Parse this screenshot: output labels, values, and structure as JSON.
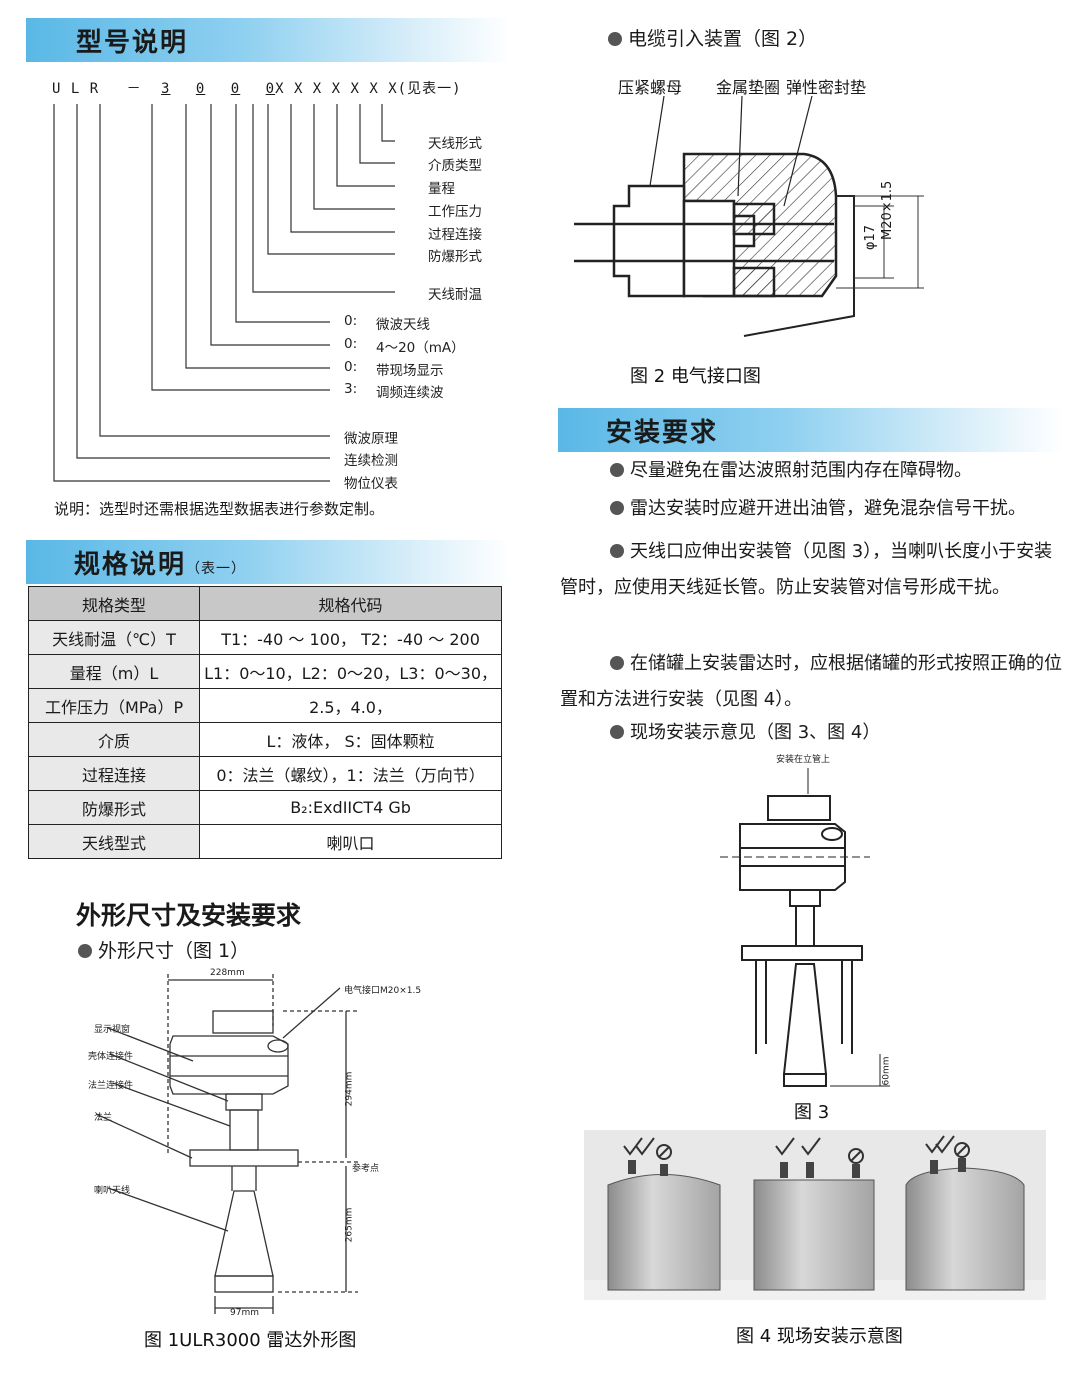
{
  "model_section": {
    "title": "型号说明",
    "code": {
      "prefix": "U L R",
      "dash": "－",
      "digits": [
        "3",
        "0",
        "0",
        "0"
      ],
      "xs": "X X X X X X X",
      "suffix": "(见表一)"
    },
    "fields_upper": [
      "天线形式",
      "介质类型",
      "量程",
      "工作压力",
      "过程连接",
      "防爆形式",
      "天线耐温"
    ],
    "fields_digits": [
      {
        "code": "0:",
        "label": "微波天线"
      },
      {
        "code": "0:",
        "label": "4～20（mA）"
      },
      {
        "code": "0:",
        "label": "带现场显示"
      },
      {
        "code": "3:",
        "label": "调频连续波"
      }
    ],
    "fields_letters": [
      "微波原理",
      "连续检测",
      "物位仪表"
    ],
    "note": "说明：选型时还需根据选型数据表进行参数定制。"
  },
  "spec_section": {
    "title": "规格说明",
    "subtitle": "（表一）",
    "headers": [
      "规格类型",
      "规格代码"
    ],
    "rows": [
      [
        "天线耐温（℃）T",
        "T1：-40 ～ 100，  T2：-40 ～ 200"
      ],
      [
        "量程（m）L",
        "L1：0～10，L2：0～20，L3：0～30，"
      ],
      [
        "工作压力（MPa）P",
        "2.5，4.0，"
      ],
      [
        "介质",
        "L：液体，  S：固体颗粒"
      ],
      [
        "过程连接",
        "0：法兰（螺纹），1：法兰（万向节）"
      ],
      [
        "防爆形式",
        "B₂:ExdIICT4 Gb"
      ],
      [
        "天线型式",
        "喇叭口"
      ]
    ]
  },
  "dimension_section": {
    "title": "外形尺寸及安装要求",
    "subtitle": "外形尺寸（图 1）",
    "labels": {
      "width_top": "228mm",
      "cable": "电气接口M20×1.5",
      "display_window": "显示视窗",
      "shell_connector": "壳体连接件",
      "flange_connector": "法兰连接件",
      "flange": "法兰",
      "horn": "喇叭天线",
      "reference": "参考点",
      "height_upper": "294mm",
      "height_lower": "265mm",
      "width_bottom": "97mm"
    },
    "caption": "图 1ULR3000 雷达外形图"
  },
  "cable_section": {
    "title": "电缆引入装置（图 2）",
    "labels": [
      "压紧螺母",
      "金属垫圈",
      "弹性密封垫"
    ],
    "dim_phi": "φ17",
    "dim_thread": "M20×1.5",
    "caption": "图 2  电气接口图"
  },
  "install_section": {
    "title": "安装要求",
    "items": [
      "尽量避免在雷达波照射范围内存在障碍物。",
      "雷达安装时应避开进出油管，避免混杂信号干扰。",
      "天线口应伸出安装管（见图 3），当喇叭长度小于安装管时，应使用天线延长管。防止安装管对信号形成干扰。",
      "在储罐上安装雷达时，应根据储罐的形式按照正确的位置和方法进行安装（见图 4）。",
      "现场安装示意见（图 3、图 4）"
    ],
    "fig3_top_label": "安装在立管上",
    "fig3_dim": "60mm",
    "fig3_caption": "图 3",
    "fig4_caption": "图 4  现场安装示意图"
  },
  "colors": {
    "banner_start": "#5ab8e6",
    "banner_end": "#ffffff",
    "table_header": "#c8c8c8",
    "tank": "#b4b4b4",
    "ok_check": "#3a3a3a"
  }
}
